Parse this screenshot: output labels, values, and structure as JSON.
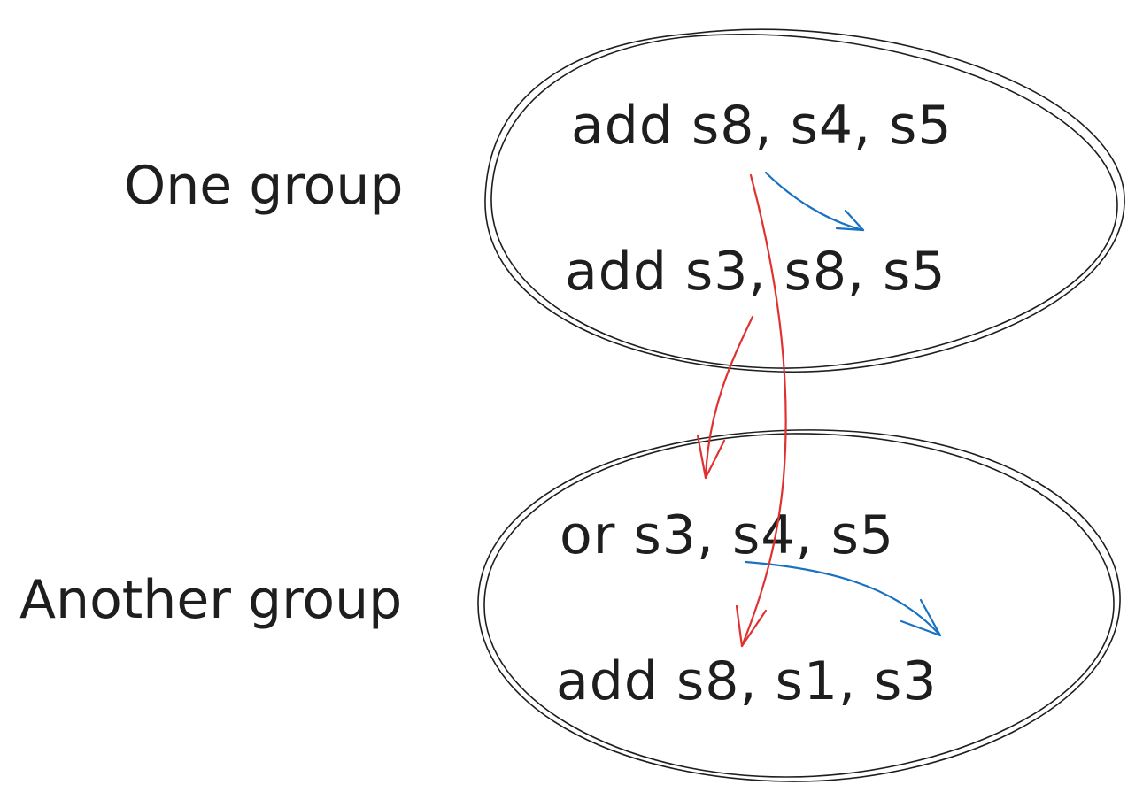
{
  "groups": [
    {
      "label": "One group",
      "instructions": [
        "add s8, s4, s5",
        "add s3, s8, s5"
      ]
    },
    {
      "label": "Another group",
      "instructions": [
        "or s3, s4, s5",
        "add s8, s1, s3"
      ]
    }
  ],
  "colors": {
    "ink": "#1e1e1e",
    "red_arrow": "#e03131",
    "blue_arrow": "#1971c2",
    "background": "#ffffff"
  }
}
